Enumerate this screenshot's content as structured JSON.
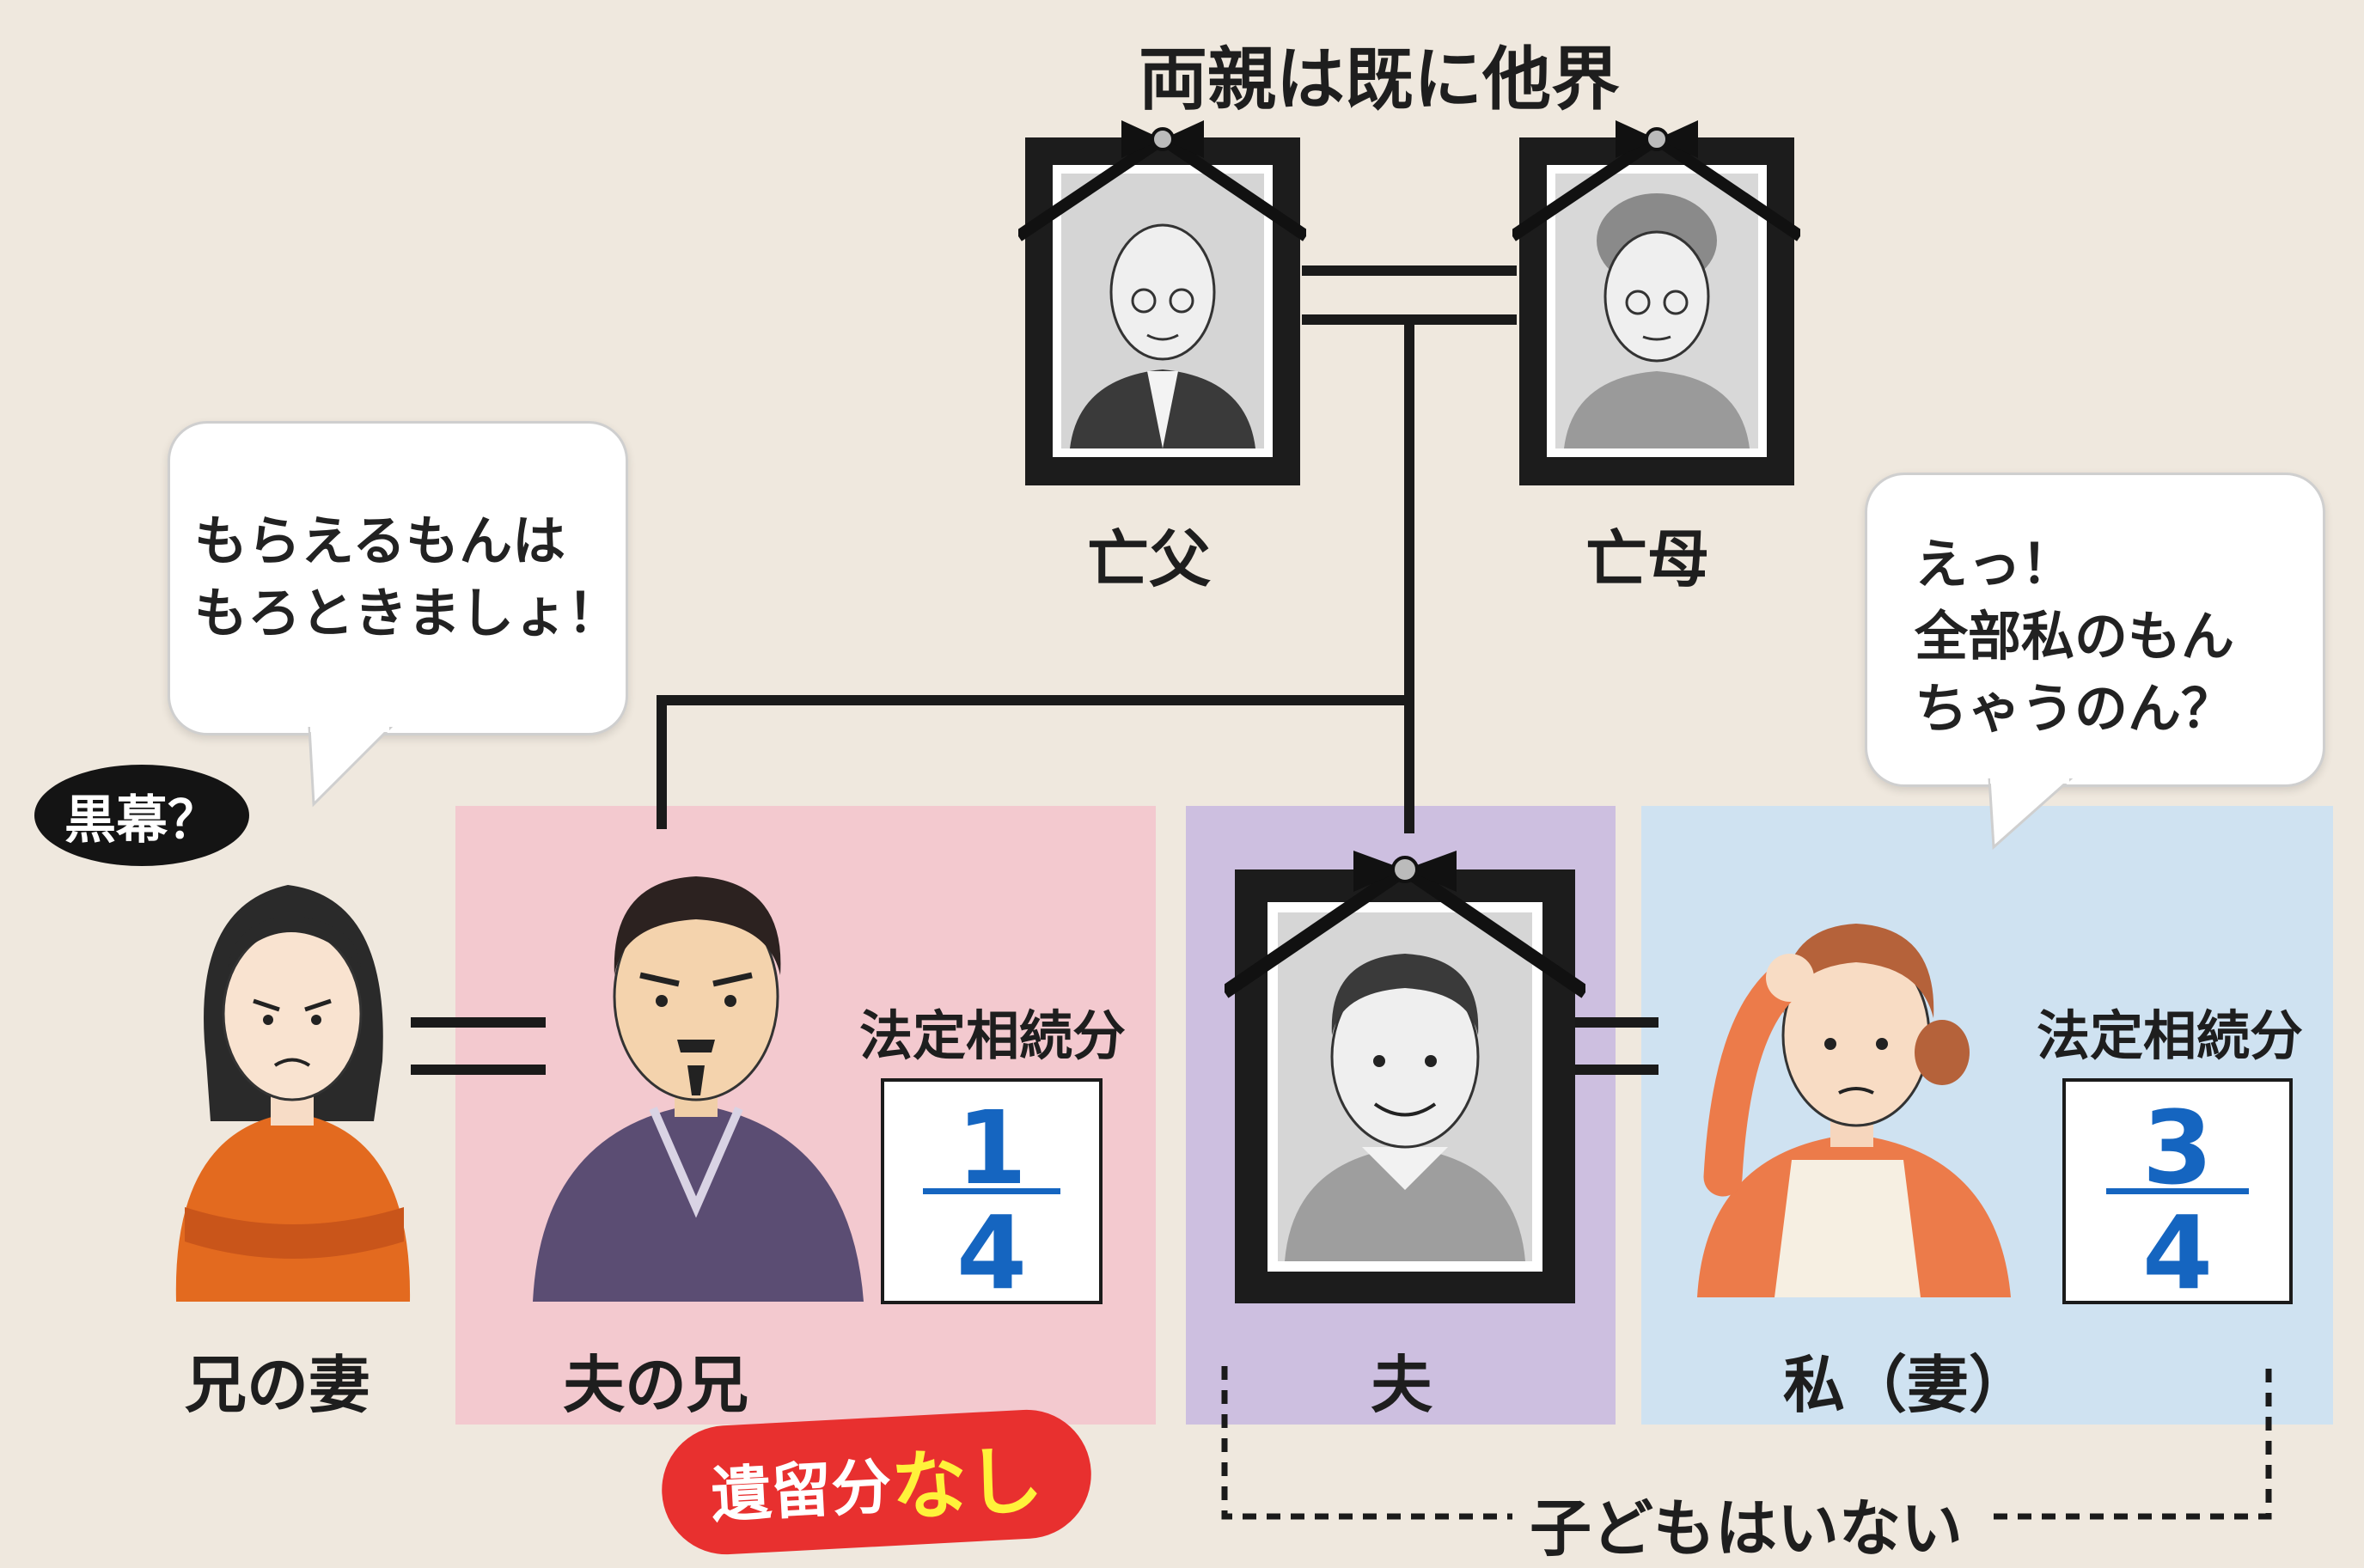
{
  "colors": {
    "background": "#efe8de",
    "brother_panel": "#f3c9cf",
    "husband_panel": "#cdbfe0",
    "wife_panel": "#cfe2f1",
    "fraction": "#1565c0",
    "badge_red": "#e8302f",
    "badge_yellow": "#fff23a"
  },
  "header": {
    "title": "両親は既に他界"
  },
  "parents": {
    "father_label": "亡父",
    "mother_label": "亡母"
  },
  "bubbles": {
    "left": {
      "lines": [
        "もらえるもんは",
        "もろときましょ！"
      ]
    },
    "right": {
      "lines": [
        "えっ！",
        "全部私のもん",
        "ちゃうのん？"
      ]
    }
  },
  "badges": {
    "mastermind": "黒幕？",
    "no_reserve_part1": "遺留分",
    "no_reserve_part2": "なし"
  },
  "persons": {
    "brothers_wife": "兄の妻",
    "husbands_brother": "夫の兄",
    "husband": "夫",
    "me": "私（妻）"
  },
  "shares": {
    "brother": {
      "label": "法定相続分",
      "numerator": "1",
      "denominator": "4"
    },
    "wife": {
      "label": "法定相続分",
      "numerator": "3",
      "denominator": "4"
    }
  },
  "footer": {
    "no_children": "子どもはいない"
  },
  "icons": {
    "father": "memorial-portrait-icon",
    "mother": "memorial-portrait-icon",
    "husband": "memorial-portrait-icon",
    "brothers_wife": "woman-arms-crossed-icon",
    "husbands_brother": "man-goatee-icon",
    "me": "woman-apron-icon"
  }
}
